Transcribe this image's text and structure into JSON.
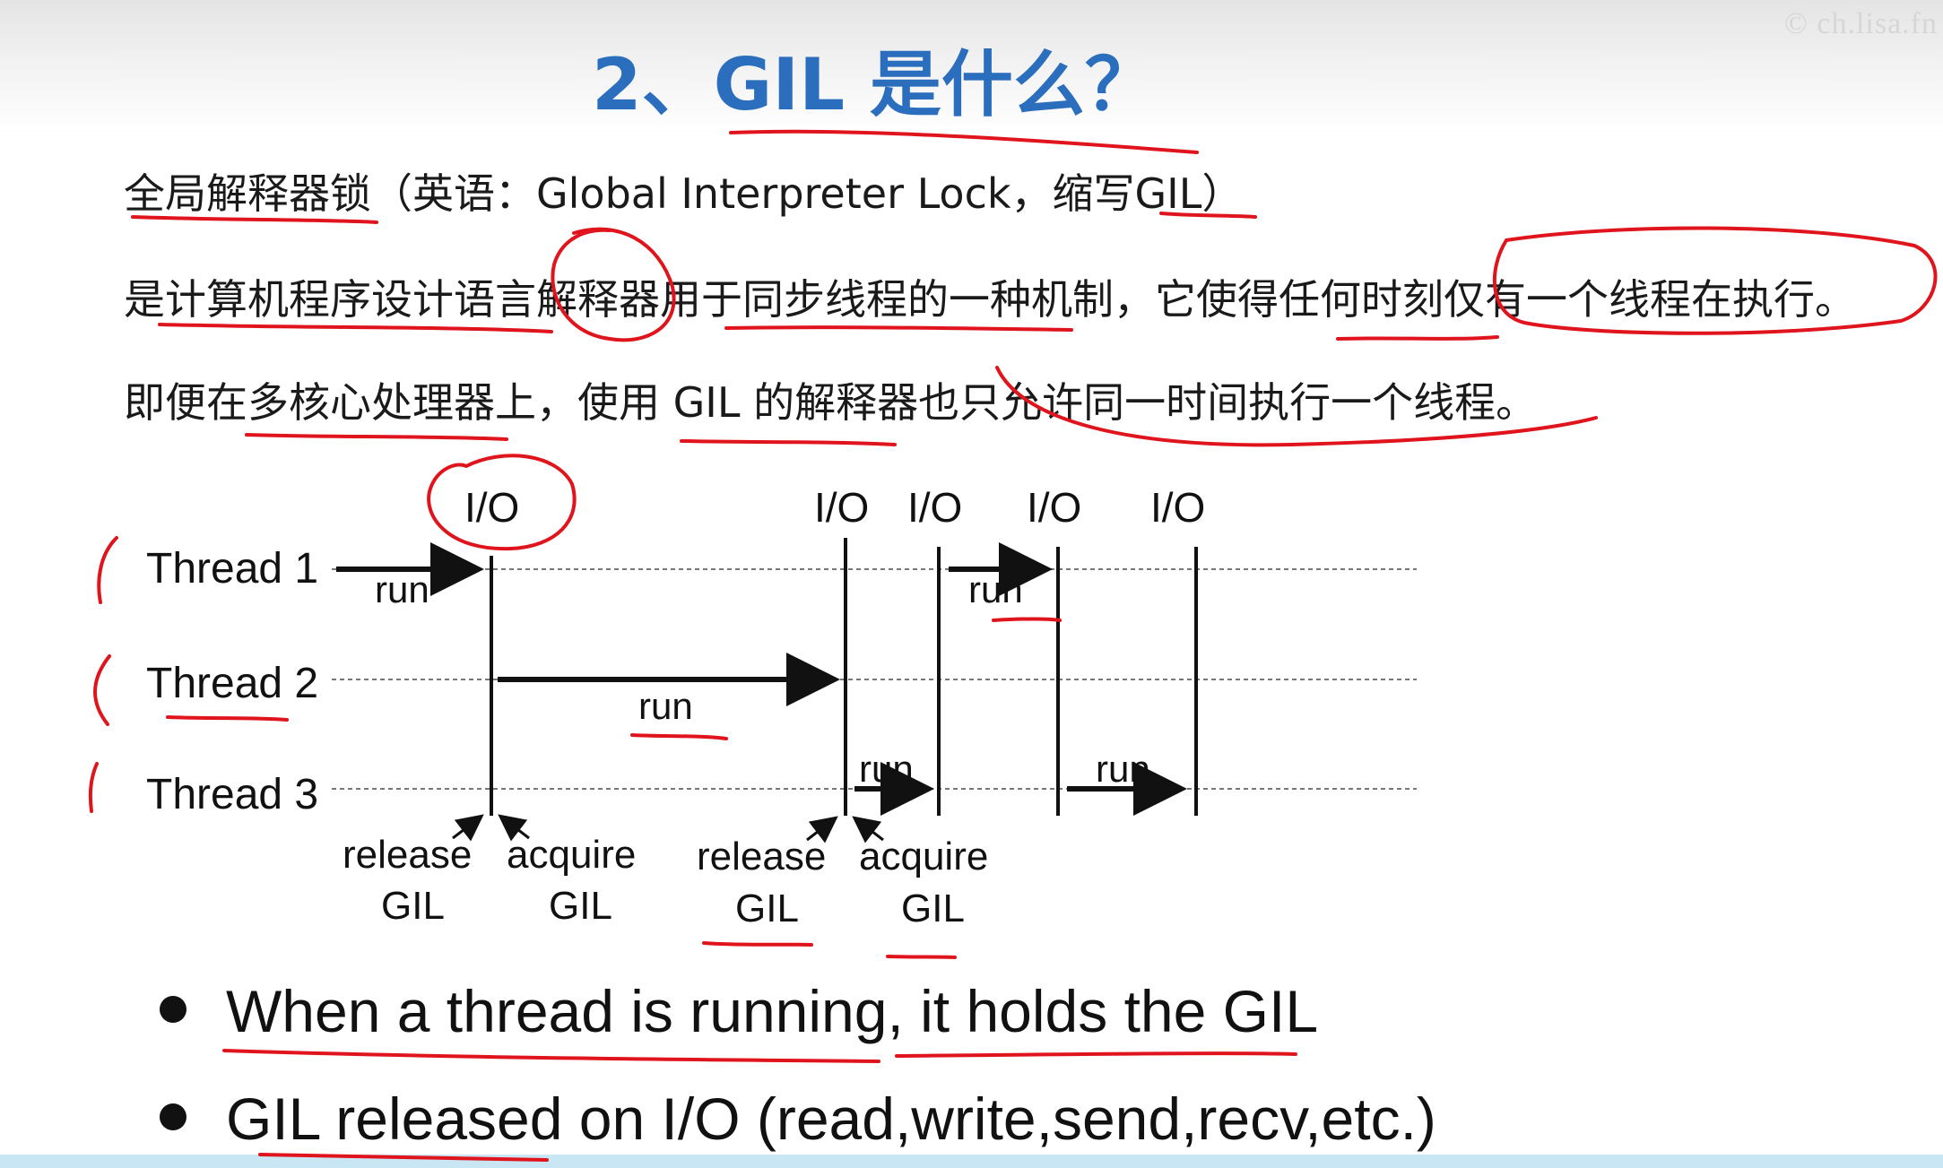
{
  "slide": {
    "title": "2、GIL 是什么？",
    "watermark": "© ch.lisa.fn",
    "paragraphs": [
      "全局解释器锁（英语：Global Interpreter Lock，缩写GIL）",
      "是计算机程序设计语言解释器用于同步线程的一种机制，它使得任何时刻仅有一个线程在执行。",
      "即便在多核心处理器上，使用 GIL 的解释器也只允许同一时间执行一个线程。"
    ]
  },
  "diagram": {
    "threads": [
      "Thread 1",
      "Thread 2",
      "Thread 3"
    ],
    "io_labels": [
      "I/O",
      "I/O",
      "I/O",
      "I/O",
      "I/O"
    ],
    "run_label": "run",
    "release_label": "release",
    "acquire_label": "acquire",
    "gil_label": "GIL"
  },
  "bullets": [
    "When a thread is running, it holds the GIL",
    "GIL released on I/O (read,write,send,recv,etc.)"
  ],
  "colors": {
    "title": "#2a6ebd",
    "annotation": "#e0141c",
    "text": "#1a1a1a"
  }
}
